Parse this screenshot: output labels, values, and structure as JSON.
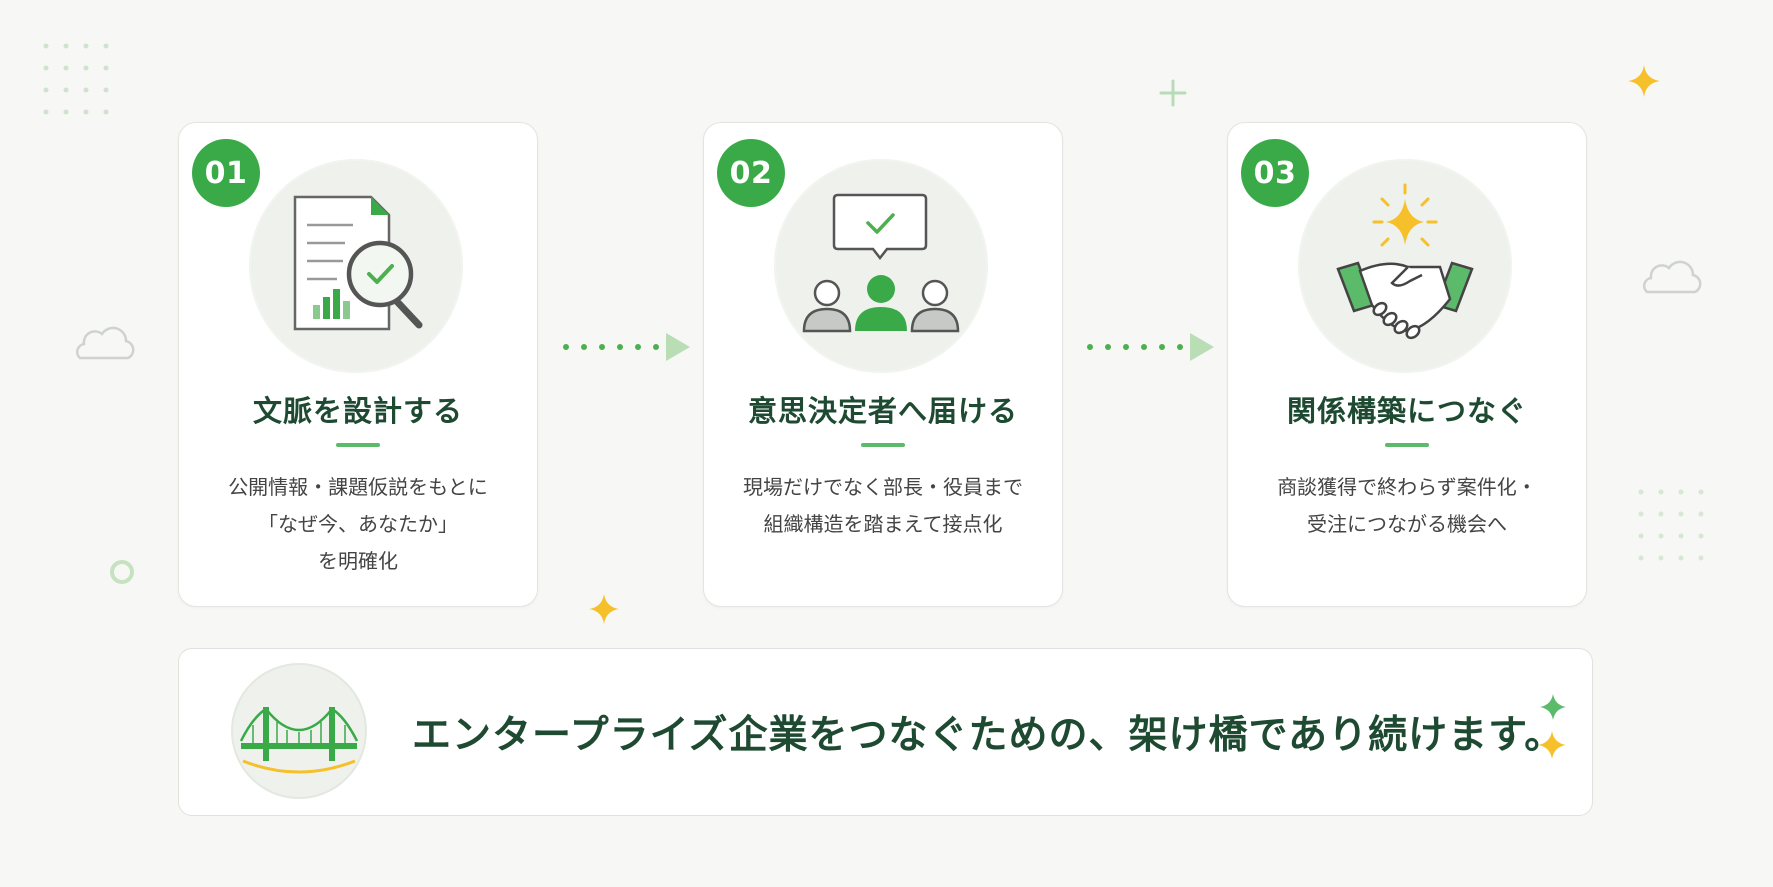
{
  "steps": [
    {
      "number": "01",
      "title": "文脈を設計する",
      "description": [
        "公開情報・課題仮説をもとに",
        "「なぜ今、あなたか」",
        "を明確化"
      ],
      "icon": "document-magnifier-icon"
    },
    {
      "number": "02",
      "title": "意思決定者へ届ける",
      "description": [
        "現場だけでなく部長・役員まで",
        "組織構造を踏まえて接点化"
      ],
      "icon": "decision-makers-icon"
    },
    {
      "number": "03",
      "title": "関係構築につなぐ",
      "description": [
        "商談獲得で終わらず案件化・",
        "受注につながる機会へ"
      ],
      "icon": "handshake-icon"
    }
  ],
  "banner": {
    "text": "エンタープライズ企業をつなぐための、架け橋であり続けます。",
    "icon": "bridge-icon"
  },
  "colors": {
    "accent": "#3aaa48",
    "heading": "#1e4a32",
    "sparkle": "#f5c02a",
    "background": "#f7f7f6"
  }
}
